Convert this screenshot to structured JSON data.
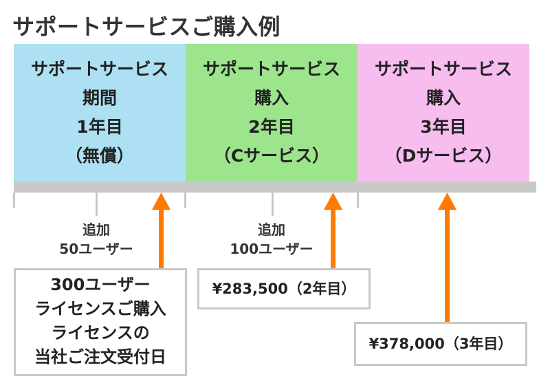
{
  "title": "サポートサービスご購入例",
  "panels": [
    {
      "lines": [
        "サポートサービス",
        "期間",
        "1年目",
        "（無償）"
      ]
    },
    {
      "lines": [
        "サポートサービス",
        "購入",
        "2年目",
        "（Cサービス）"
      ]
    },
    {
      "lines": [
        "サポートサービス",
        "購入",
        "3年目",
        "（Dサービス）"
      ]
    }
  ],
  "notes": [
    {
      "lines": [
        "追加",
        "50ユーザー"
      ]
    },
    {
      "lines": [
        "追加",
        "100ユーザー"
      ]
    }
  ],
  "boxes": {
    "license": {
      "lines": [
        "300ユーザー",
        "ライセンスご購入",
        "ライセンスの",
        "当社ご注文受付日"
      ]
    },
    "year2_price": "¥283,500（2年目）",
    "year3_price": "¥378,000（3年目）"
  },
  "colors": {
    "panel_year1": "#aee0f3",
    "panel_year2": "#9de58c",
    "panel_year3": "#f7bdef",
    "arrow": "#ff7a00",
    "timeline": "#c8c8c8"
  }
}
